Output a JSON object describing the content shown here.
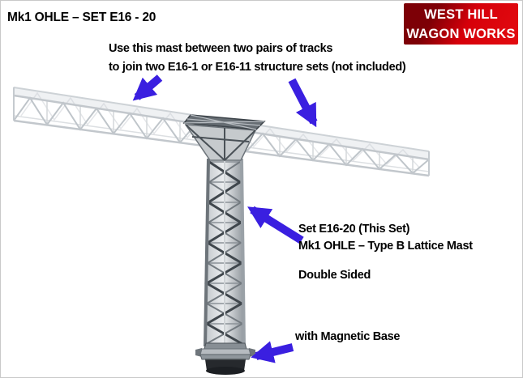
{
  "title": "Mk1 OHLE – SET E16 - 20",
  "logo": {
    "line1": "WEST HILL",
    "line2": "WAGON WORKS"
  },
  "notes": {
    "usage_line1": "Use this mast between two pairs of tracks",
    "usage_line2": "to join two E16-1 or E16-11 structure sets (not included)",
    "set_line1": "Set E16-20 (This Set)",
    "set_line2": "Mk1 OHLE – Type B Lattice Mast",
    "set_line3": "Double Sided",
    "base_label": "with Magnetic Base"
  },
  "colors": {
    "arrow": "#3a1fe0",
    "logo_red": "#d6000a",
    "logo_dark_red": "#7d0006",
    "logo_text": "#ffffff",
    "beam_gray": "#c2c7cc",
    "beam_light": "#eff1f3",
    "mast_dark": "#3f464c",
    "magnet_dark": "#26292d"
  }
}
